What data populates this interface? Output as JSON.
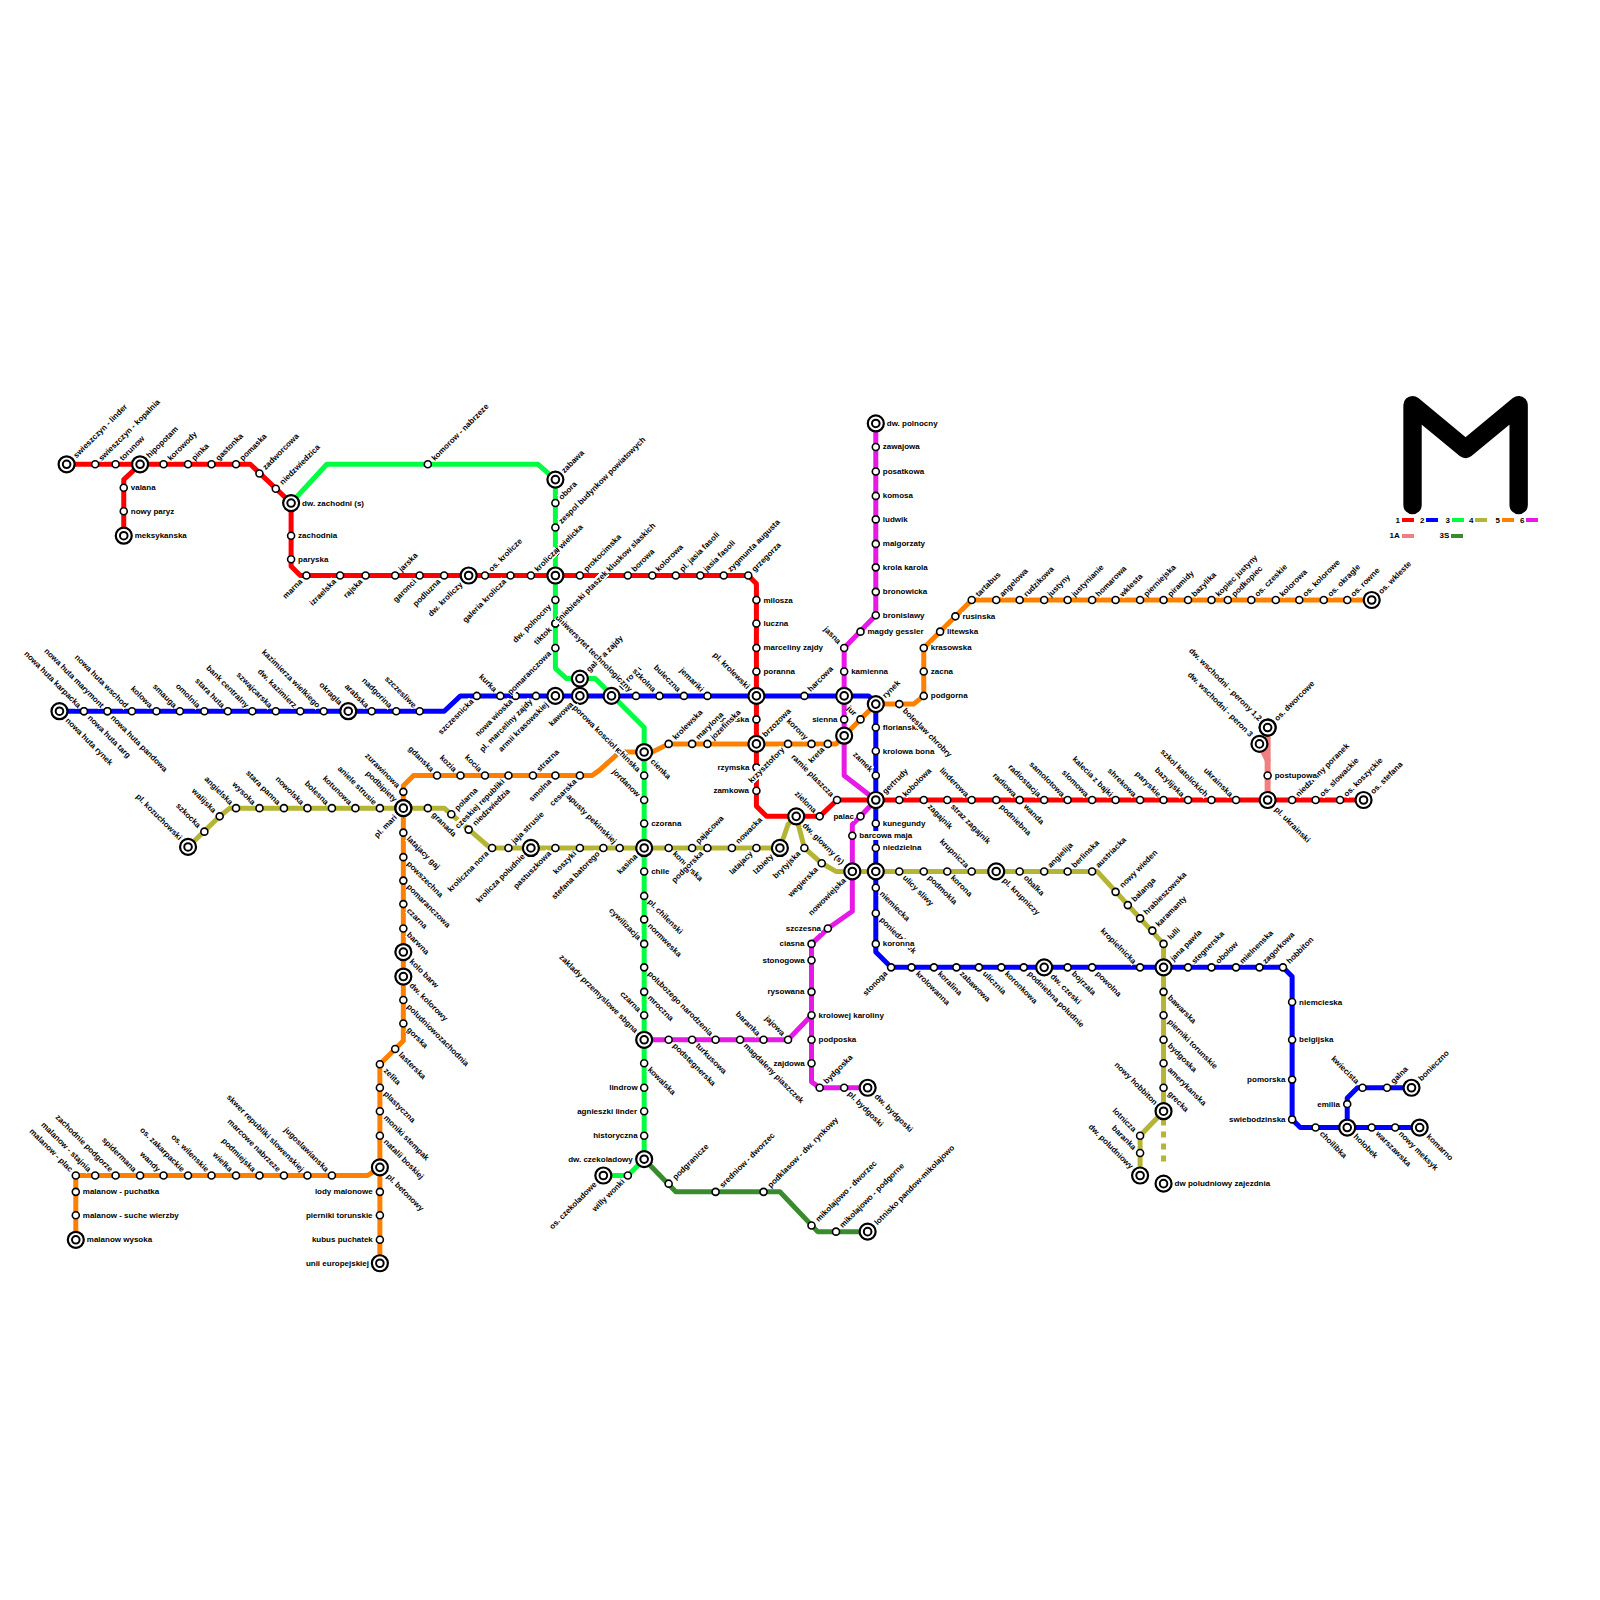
{
  "diagram": {
    "labels": [
      "swieszczyn - linder",
      "swieszczyn - kopalnia",
      "torunow",
      "hipopotam",
      "valana",
      "nowy paryz",
      "meksykanska",
      "korowody",
      "pinka",
      "gastonka",
      "pomaska",
      "zadworcowa",
      "niedzwiedzica",
      "dw. zachodni (s)",
      "zachodnia",
      "paryska",
      "marna",
      "izraelska",
      "rajska",
      "jarska",
      "garonci",
      "podluzna",
      "dw. kroliczy",
      "os. krolicze",
      "galeria krolicza",
      "krolicza",
      "prokocimska",
      "kluskow slaskich",
      "borowa",
      "kolorowa",
      "pl. jasia fasoli",
      "jasia fasoli",
      "zygmunta augusta",
      "grzegorza",
      "milosza",
      "luczna",
      "marceliny zajdy",
      "poranna",
      "pl. krolewski",
      "francuska",
      "brzozowa",
      "rzymska",
      "zamkowa",
      "dw. glowny (s)",
      "zielona",
      "ramie plaszcza",
      "gertrudy",
      "kobolowa",
      "zagajnik",
      "straz zagajnik",
      "linderowa",
      "podniebna",
      "wanda",
      "radiowa",
      "radiostacja",
      "samolotowa",
      "slomowa",
      "kalecia z bajki",
      "shrekowa",
      "paryskie",
      "bazylijska",
      "szkol katolickich",
      "ukrainska",
      "pl. ukrainski",
      "niedzielny poranek",
      "os. slowackie",
      "os. koszyckie",
      "os. stefana",
      "postupowa",
      "dw. wschodni - perony 1,2",
      "dw. wschodni - peron 3",
      "os. dworcowe",
      "nowa huta rynek",
      "nowa huta targ",
      "nowa huta pandowa",
      "nowa huta karpacka",
      "nowa huta marymont",
      "nowa huta wschod",
      "kolowa",
      "smauga",
      "omolnia",
      "stara huta",
      "bank centralny",
      "szwajcarska",
      "dw. kazimierz",
      "kazimierza wielkiego",
      "okragla",
      "arabska",
      "nadgorina",
      "szczesliwe",
      "szczesnicka",
      "kurka",
      "nowa wioska",
      "pl. marceliny zajdy",
      "armii krasowskiej",
      "galeria zajdy",
      "kawowa",
      "porowa",
      "uniwersytet technologiczny",
      "szkolna",
      "buleczna",
      "jemariki",
      "harcowa",
      "florianska",
      "krolowa bona",
      "zamek",
      "kunegundy",
      "niedzielna",
      "niemiecka",
      "poniedzialek",
      "koronna",
      "stonoga",
      "krolowanna",
      "koralina",
      "zabawowa",
      "ulicznia",
      "koronkowa",
      "podniebna poludnie",
      "dw. czeski",
      "bojrzala",
      "powolna",
      "kropielnicka",
      "jana pawla",
      "stegnerska",
      "obolow",
      "mielnenska",
      "zagorkowa",
      "hobbiton",
      "niemcieska",
      "belgijska",
      "pomorska",
      "swiebodzinska",
      "choilibka",
      "holobek",
      "warszawska",
      "nowy meksyk",
      "komarno",
      "emilia",
      "kwiecista",
      "galna",
      "bonieczno",
      "komorow - nabrzeze",
      "zabawa",
      "obora",
      "zespol budynkow powiatowych",
      "wielicka",
      "dw. polnocny",
      "tiktok",
      "pomaranczowa",
      "niebieski ptaszek",
      "porowa kosciol",
      "cienka",
      "chinska",
      "jordanow",
      "czorana",
      "kasina",
      "chile",
      "pl. chilenski",
      "normweska",
      "cywilizacja",
      "poludnia",
      "mroczna",
      "czarna",
      "zaklady przemyslowe sbgna",
      "kowalska",
      "lindrow",
      "agnieszki linder",
      "historyczna",
      "dw. czekoladowy",
      "willy wonki",
      "os. czekoladowe",
      "podgranicze",
      "sredniow - dworzec",
      "podklasow - dw. rynkowy",
      "mikolajowo - dworzec",
      "mikolajowo - podgorne",
      "lotnisko pandow-mikolajowo",
      "pl. kozuchowski",
      "szkocka",
      "walijska",
      "angielska",
      "wysoka",
      "stara panna",
      "nowolska",
      "bolesna",
      "kotunowa",
      "aniele strusie",
      "pl. mari",
      "granada",
      "polarna",
      "niedzwiedzia",
      "kroliczna nora",
      "jaja strusie",
      "krolicza poludnie",
      "pastuszkowa",
      "koszyki",
      "stefana batorego",
      "kapusty pekinskiej",
      "konowska",
      "pajacowa",
      "podgorska",
      "nowacka",
      "latajacy",
      "lzbiety",
      "brytyjska",
      "wegierska",
      "nowowiejska",
      "ulicy sliwy",
      "podmokla",
      "korona",
      "krupnicza",
      "pl. krupniczy",
      "obalka",
      "angielija",
      "berlinska",
      "austriacka",
      "nowy wieden",
      "balanga",
      "hrabieszowska",
      "karamanty",
      "lulli",
      "bawarska",
      "pierniki torunskie",
      "bydgoska",
      "amerykanska",
      "grecka",
      "nowy hobbiton",
      "lotnicza",
      "baranka",
      "dw. poludniowy",
      "dw poludniowy zajezdnia",
      "os. wkleste",
      "os. rowne",
      "os. okragle",
      "os. kolorowe",
      "kolorowa",
      "os. czeskie",
      "podkopiec",
      "kopiec justyny",
      "bazylika",
      "piramidy",
      "pierniejska",
      "wklesta",
      "homarowa",
      "justynianie",
      "justyny",
      "rudzikowa",
      "angelowa",
      "tartabus",
      "rusinska",
      "litewska",
      "krasowska",
      "zacna",
      "podgorna",
      "boleslaw chrobry",
      "rynek",
      "jur",
      "kreta",
      "korony",
      "krzysztofory",
      "jozefinska",
      "marylona",
      "krolewska",
      "smolna",
      "cesarska",
      "strazna",
      "czeskiej republiki",
      "kocia",
      "kozia",
      "gdanska",
      "zurawinowa",
      "podbipiety",
      "latajacy gaj",
      "powszechna",
      "pomaranczowa",
      "czarna",
      "barwna",
      "kolo barw",
      "dw. kolorowy",
      "poludniowozachodnia",
      "gorska",
      "lasterska",
      "zelita",
      "plastyczna",
      "moniki stempak",
      "natalii boskiej",
      "pl. betonowy",
      "lody malonowe",
      "pierniki torunskie",
      "kubus puchatek",
      "unii europejskiej",
      "jugoslawianska",
      "skwer republiki slowenskiej",
      "marcowe nabrzeze",
      "podmiejska",
      "wielka",
      "os. wilenskie",
      "os. zakarpackie",
      "wandy",
      "spidermana",
      "zachodnie podgorze",
      "malanow - stajnia",
      "malanow - plac",
      "malanow - puchatka",
      "malanow - suche wierzby",
      "malanow wysoka",
      "dw. polnocny",
      "zawajowa",
      "posatkowa",
      "komosa",
      "ludwik",
      "malgorzaty",
      "krola karola",
      "bronowicka",
      "bronislawy",
      "magdy gessler",
      "jasna",
      "kamienna",
      "sienna",
      "palac",
      "barcowa maja",
      "szczesna",
      "ciasna",
      "stonogowa",
      "rysowana",
      "krolowej karoliny",
      "podposka",
      "zajdowa",
      "bydgoska",
      "pl. bydgoski",
      "dw. bydgoski",
      "jajowa",
      "baranka",
      "magdaleny piaszczek",
      "bozego narodzenia",
      "turkusowa",
      "podstegnerska"
    ],
    "legend": [
      {
        "text": "1",
        "color": "#ff0000"
      },
      {
        "text": "1A",
        "color": "#f08080"
      },
      {
        "text": "2",
        "color": "#0000ff"
      },
      {
        "text": "3",
        "color": "#00ff40"
      },
      {
        "text": "3S",
        "color": "#3a8a2e"
      },
      {
        "text": "4",
        "color": "#b5b535"
      },
      {
        "text": "5",
        "color": "#ff8000"
      },
      {
        "text": "6",
        "color": "#e619e6"
      }
    ]
  }
}
